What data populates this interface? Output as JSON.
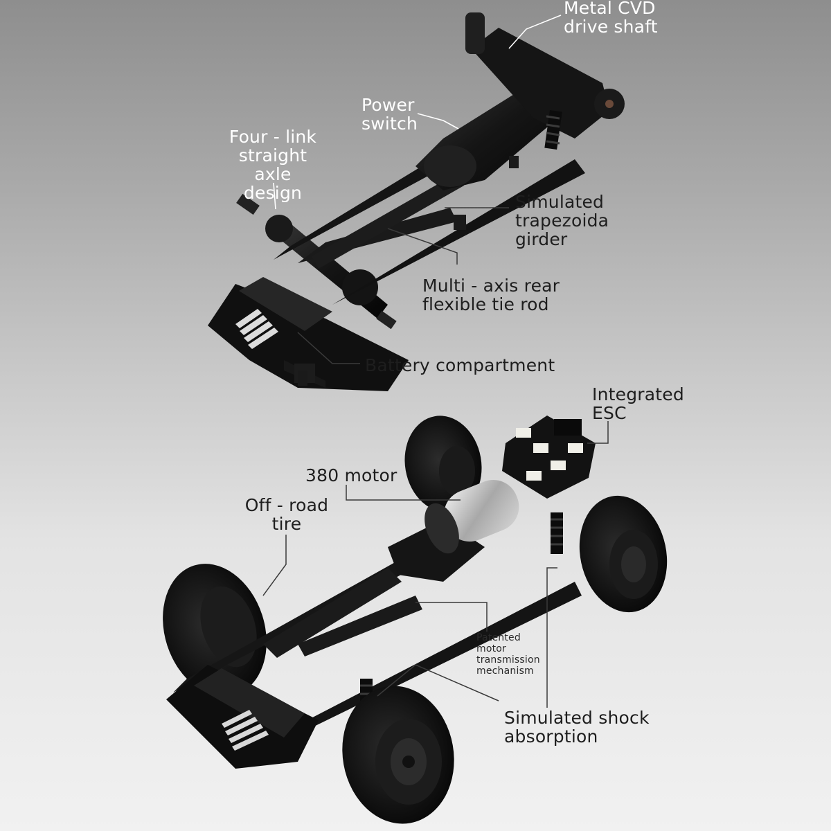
{
  "callouts": {
    "metal_cvd_drive_shaft": "Metal CVD\ndrive shaft",
    "power_switch": "Power\nswitch",
    "four_link_axle": "Four - link\nstraight axle\ndesign",
    "trapezoidal_girder": "Simulated\ntrapezoida\ngirder",
    "rear_tie_rod": "Multi - axis rear\nflexible tie rod",
    "battery_compartment": "Battery compartment",
    "integrated_esc": "Integrated\nESC",
    "motor_380": "380 motor",
    "off_road_tire": "Off - road\ntire",
    "transmission_mechanism": "Patented\nmotor\ntransmission\nmechanism",
    "shock_absorption": "Simulated shock\nabsorption"
  },
  "colors": {
    "chassis": "#1a1a1a",
    "leader_light": "#ffffff",
    "leader_dark": "#3a3a3a"
  }
}
